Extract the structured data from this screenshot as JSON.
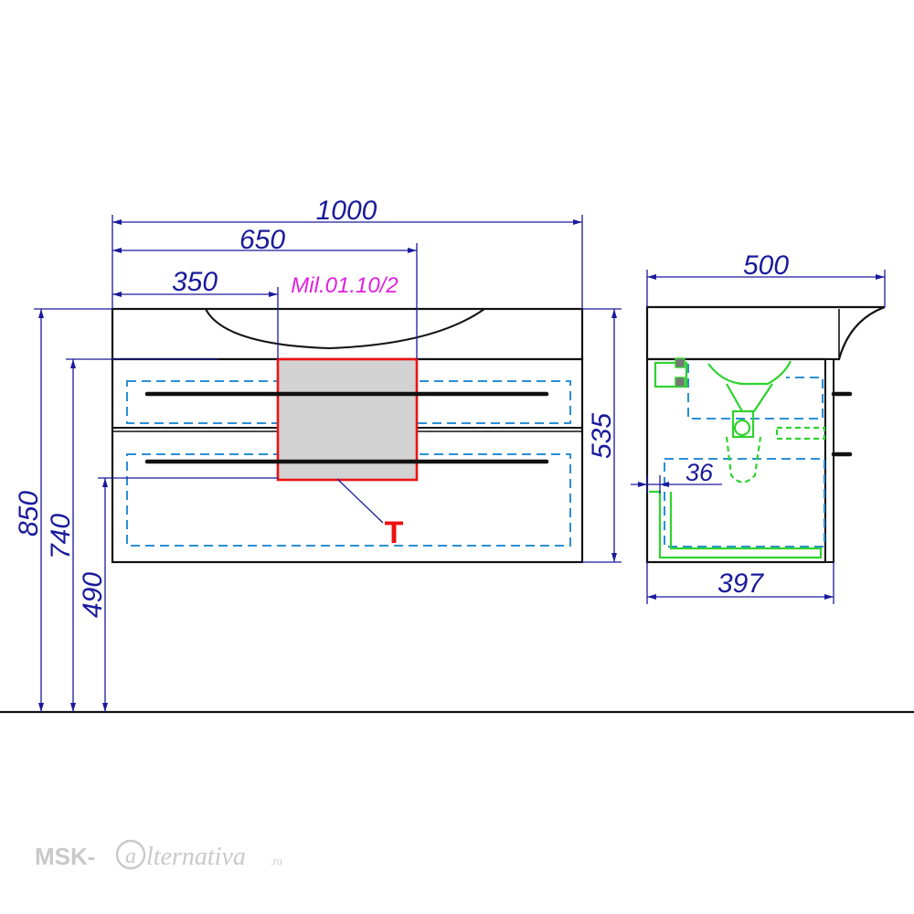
{
  "drawing": {
    "dimensions": {
      "total_width": "1000",
      "inner_width": "650",
      "left_offset": "350",
      "depth_top": "500",
      "depth_bottom": "397",
      "cabinet_height": "535",
      "total_height": "850",
      "basin_height": "740",
      "cabinet_bottom_height": "490",
      "side_offset": "36"
    },
    "model_label": "Mil.01.10/2",
    "marker_label": "T",
    "colors": {
      "dimension": "#1a1a9c",
      "model": "#e020e0",
      "marker": "#ee1111",
      "dashed": "#2a8fd6",
      "plumbing": "#2fd22f",
      "outline": "#111111"
    }
  },
  "watermark": {
    "prefix": "MSK-",
    "brand": "lternativa",
    "domain": ".ru"
  }
}
